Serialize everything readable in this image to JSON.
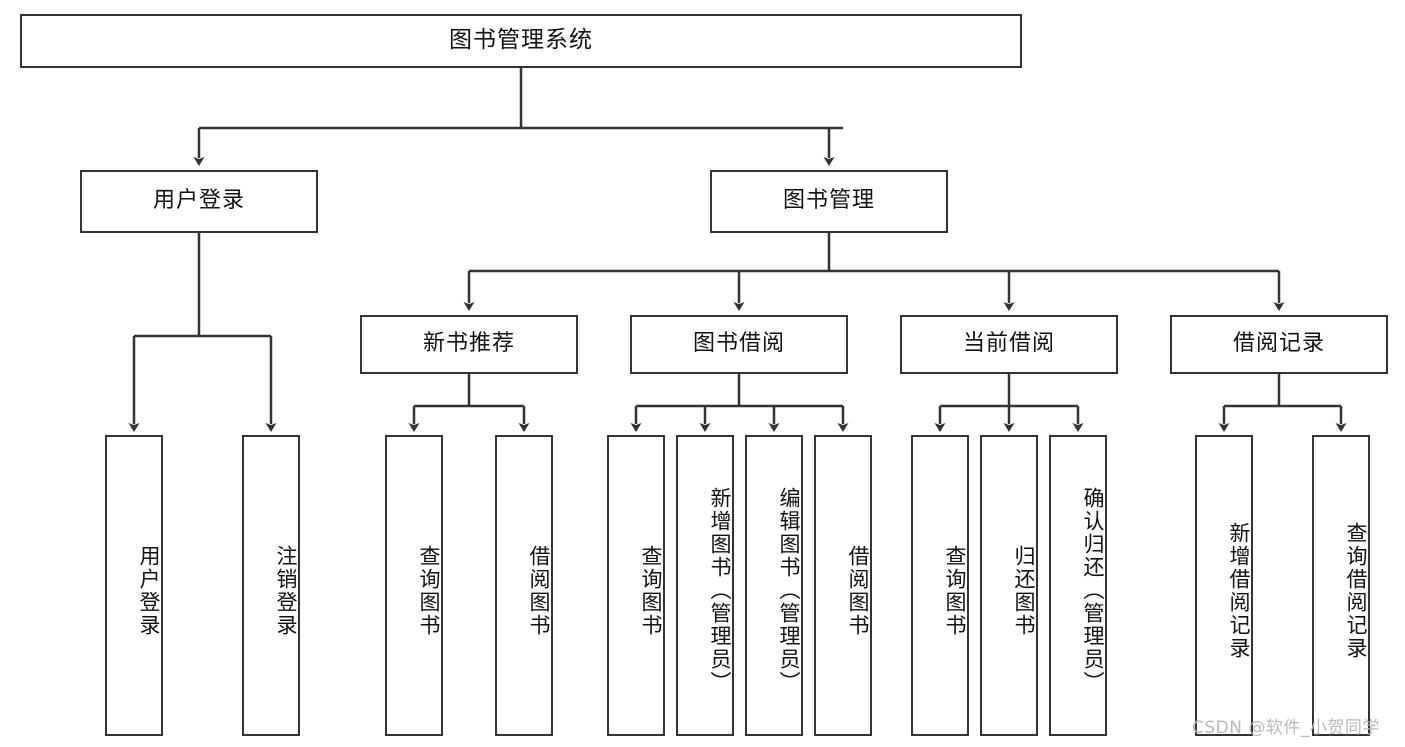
{
  "diagram": {
    "title": "图书管理系统",
    "type": "tree-hierarchy-chart",
    "orientation": "top-down",
    "colors": {
      "box_border": "#333333",
      "box_fill": "#ffffff",
      "edge": "#333333",
      "text": "#111111",
      "watermark": "#b9b9b9",
      "background": "#ffffff"
    }
  },
  "nodes": {
    "root": {
      "label": "图书管理系统"
    },
    "level2": [
      {
        "label": "用户登录"
      },
      {
        "label": "图书管理"
      }
    ],
    "level3": [
      {
        "label": "新书推荐"
      },
      {
        "label": "图书借阅"
      },
      {
        "label": "当前借阅"
      },
      {
        "label": "借阅记录"
      }
    ],
    "leaves": {
      "user_login": [
        {
          "label": "用户登录"
        },
        {
          "label": "注销登录"
        }
      ],
      "new_book_recommend": [
        {
          "label": "查询图书"
        },
        {
          "label": "借阅图书"
        }
      ],
      "book_borrow": [
        {
          "label": "查询图书"
        },
        {
          "label": "新增图书（管理员）"
        },
        {
          "label": "编辑图书（管理员）"
        },
        {
          "label": "借阅图书"
        }
      ],
      "current_borrow": [
        {
          "label": "查询图书"
        },
        {
          "label": "归还图书"
        },
        {
          "label": "确认归还（管理员）"
        }
      ],
      "borrow_record": [
        {
          "label": "新增借阅记录"
        },
        {
          "label": "查询借阅记录"
        }
      ]
    }
  },
  "watermark": {
    "text": "CSDN @软件_小贺同学"
  }
}
